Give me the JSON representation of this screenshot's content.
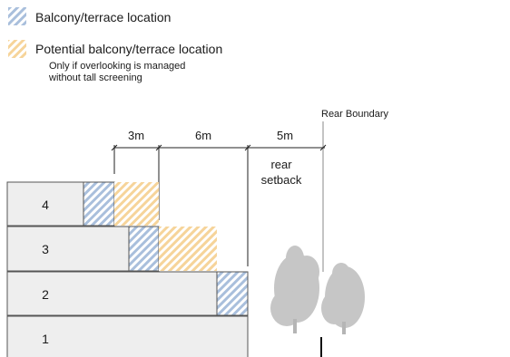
{
  "legend": {
    "items": [
      {
        "label": "Balcony/terrace location",
        "color": "#a9bfdc"
      },
      {
        "label": "Potential balcony/terrace location",
        "color": "#f6d49a"
      }
    ],
    "note_lines": [
      "Only if overlooking is managed",
      "without tall screening"
    ]
  },
  "labels": {
    "rear_boundary": "Rear Boundary",
    "rear_setback_lines": [
      "rear",
      "setback"
    ]
  },
  "dimensions": {
    "values": [
      "3m",
      "6m",
      "5m"
    ]
  },
  "floors": [
    "4",
    "3",
    "2",
    "1"
  ],
  "colors": {
    "floor_fill": "#eeeeee",
    "floor_stroke": "#555555",
    "balcony": "#a9bfdc",
    "potential": "#f6d49a",
    "tree": "#c8c8c8",
    "line": "#222222"
  }
}
